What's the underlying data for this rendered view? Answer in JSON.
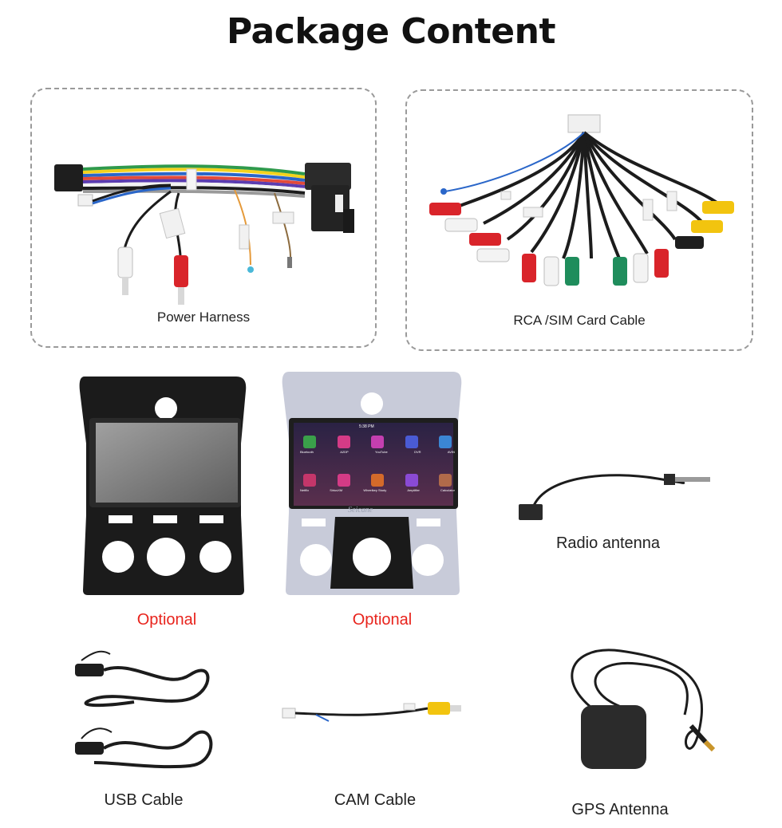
{
  "page": {
    "title": "Package Content"
  },
  "items": [
    {
      "id": "power-harness",
      "label": "Power Harness"
    },
    {
      "id": "rca-sim-cable",
      "label": "RCA /SIM Card Cable"
    },
    {
      "id": "frame-black",
      "label": "Optional"
    },
    {
      "id": "frame-silver",
      "label": "Optional"
    },
    {
      "id": "radio-antenna",
      "label": "Radio antenna"
    },
    {
      "id": "usb-cable",
      "label": "USB Cable"
    },
    {
      "id": "cam-cable",
      "label": "CAM Cable"
    },
    {
      "id": "gps-antenna",
      "label": "GPS Antenna"
    }
  ],
  "screen": {
    "time": "5:38 PM",
    "brand": "Seicane",
    "apps": [
      "Bluetooth",
      "A2DP",
      "YouTube",
      "DVR",
      "AVIN",
      "Netflix",
      "SiriusXM",
      "Wheelkey Study",
      "Amplifier",
      "Calculator"
    ]
  },
  "colors": {
    "optional": "#e8231c",
    "rca_red": "#d9242a",
    "rca_yellow": "#f2c40f",
    "rca_green": "#1f8d5c",
    "frame_black": "#1b1b1b",
    "frame_silver": "#c8cbd9"
  }
}
